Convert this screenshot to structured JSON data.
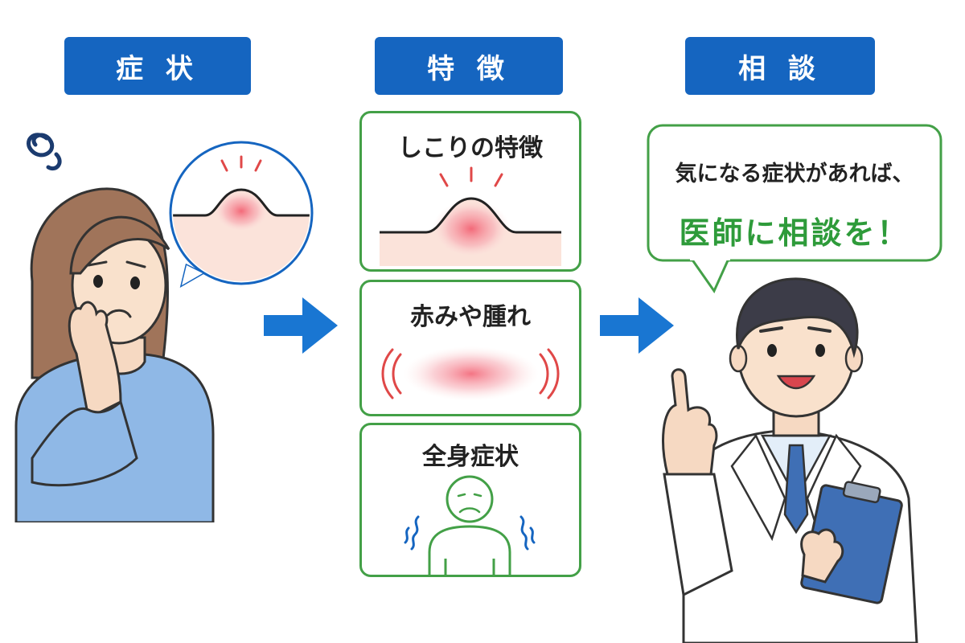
{
  "steps": [
    {
      "label": "症 状"
    },
    {
      "label": "特 徴"
    },
    {
      "label": "相 談"
    }
  ],
  "features": [
    {
      "title": "しこりの特徴",
      "icon": "lump-icon"
    },
    {
      "title": "赤みや腫れ",
      "icon": "swelling-icon"
    },
    {
      "title": "全身症状",
      "icon": "body-discomfort-icon"
    }
  ],
  "advice": {
    "line1": "気になる症状があれば、",
    "line2": "医師に相談を！"
  },
  "colors": {
    "header_blue": "#1565c0",
    "arrow_blue": "#1976d2",
    "feature_border_green": "#43a047",
    "advice_green": "#2e9b3a",
    "redness": "#f06070"
  }
}
